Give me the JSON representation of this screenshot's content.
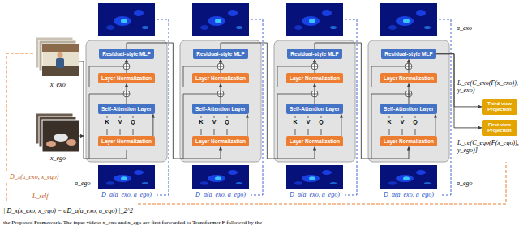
{
  "diagram": {
    "caption": "the Proposed Framework. The input videos x_exo and x_ego are first forwarded to Transformer F followed by the",
    "nodes": [
      {
        "text": [
          "Residual-style MLP"
        ]
      },
      {
        "text": [
          "Layer Normalization"
        ]
      },
      {
        "text": [
          "Self-Attention Layer"
        ]
      },
      {
        "text": [
          "Layer Normalization"
        ]
      },
      {
        "text": [
          "Residual-style MLP"
        ]
      },
      {
        "text": [
          "Layer Normalization"
        ]
      },
      {
        "text": [
          "Self-Attention Layer"
        ]
      },
      {
        "text": [
          "Layer Normalization"
        ]
      },
      {
        "text": [
          "Residual-style MLP"
        ]
      },
      {
        "text": [
          "Layer Normalization"
        ]
      },
      {
        "text": [
          "Self-Attention Layer"
        ]
      },
      {
        "text": [
          "Layer Normalization"
        ]
      },
      {
        "text": [
          "Residual-style MLP"
        ]
      },
      {
        "text": [
          "Layer Normalization"
        ]
      },
      {
        "text": [
          "Self-Attention Layer"
        ]
      },
      {
        "text": [
          "Layer Normalization"
        ]
      },
      {
        "text": [
          "Third-view Projection"
        ]
      },
      {
        "text": [
          "First-view Projection"
        ]
      }
    ],
    "edges": [
      {
        "from": 3,
        "to": 2,
        "arrow": "to"
      },
      {
        "from": 2,
        "to": 1,
        "arrow": "to"
      },
      {
        "from": 1,
        "to": 0,
        "arrow": "to"
      },
      {
        "from": 0,
        "to": 7,
        "arrow": "to"
      },
      {
        "from": 7,
        "to": 6,
        "arrow": "to"
      },
      {
        "from": 6,
        "to": 5,
        "arrow": "to"
      },
      {
        "from": 5,
        "to": 4,
        "arrow": "to"
      },
      {
        "from": 4,
        "to": 11,
        "arrow": "to"
      },
      {
        "from": 11,
        "to": 10,
        "arrow": "to"
      },
      {
        "from": 10,
        "to": 9,
        "arrow": "to"
      },
      {
        "from": 9,
        "to": 8,
        "arrow": "to"
      },
      {
        "from": 8,
        "to": 15,
        "arrow": "to"
      },
      {
        "from": 15,
        "to": 14,
        "arrow": "to"
      },
      {
        "from": 14,
        "to": 13,
        "arrow": "to"
      },
      {
        "from": 13,
        "to": 12,
        "arrow": "to"
      },
      {
        "from": 12,
        "to": 16,
        "arrow": "to"
      },
      {
        "from": 12,
        "to": 17,
        "arrow": "to"
      }
    ],
    "labels": [
      "x_exo",
      "x_ego",
      "K",
      "V",
      "Q",
      "K",
      "V",
      "Q",
      "K",
      "V",
      "Q",
      "K",
      "V",
      "Q",
      "a_exo",
      "a_ego",
      "a_ego",
      "D_a(a_exo, a_ego)",
      "D_a(a_exo, a_ego)",
      "D_a(a_exo, a_ego)",
      "D_a(a_exo, a_ego)",
      "D_x(x_exo, x_ego)",
      "L_self",
      "||D_x(x_exo, x_ego) − αD_a(a_exo, a_ego)||_2^2",
      "L_ce(C_exo(F(x_exo)), y_exo)",
      "L_ce(C_ego(F(x_ego)), y_ego)]"
    ]
  }
}
